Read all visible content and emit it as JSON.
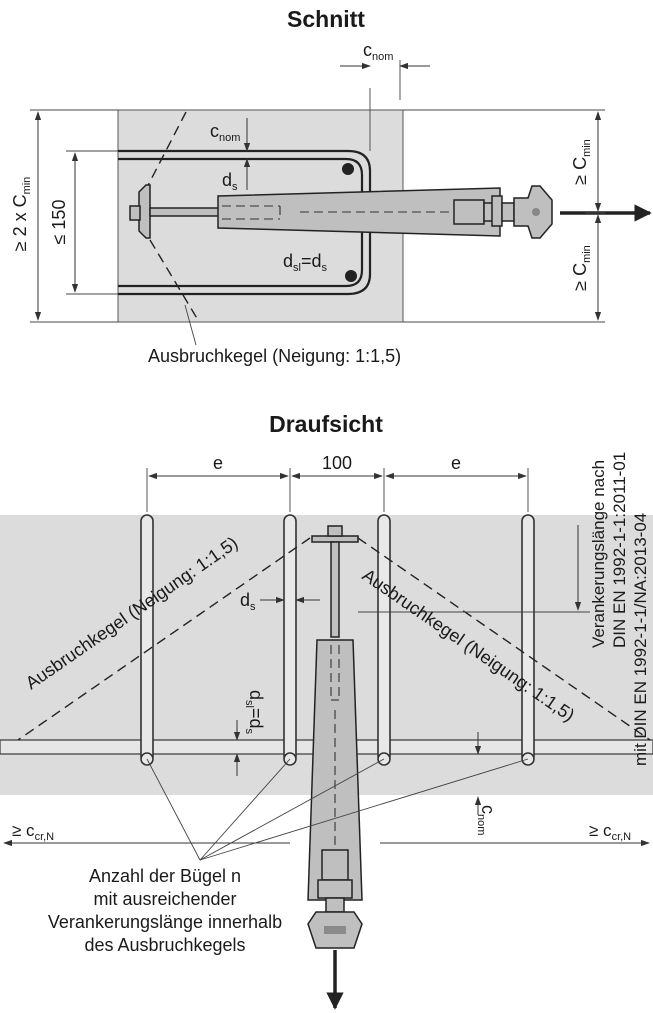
{
  "colors": {
    "concrete": "#dcdcdc",
    "anchor": "#bfbfbf",
    "line": "#222222",
    "background": "#ffffff"
  },
  "section": {
    "title": "Schnitt",
    "c_nom_top": {
      "base": "c",
      "sub": "nom"
    },
    "c_nom_side": {
      "base": "c",
      "sub": "nom"
    },
    "height_label": {
      "base": "≥ 2 x C",
      "sub": "min"
    },
    "spacing_label": "≤ 150",
    "ds_label": {
      "base": "d",
      "sub": "s"
    },
    "dsl_label": {
      "base1": "d",
      "sub1": "sl",
      "mid": "=d",
      "sub2": "s"
    },
    "cmin_upper": {
      "base": "≥ C",
      "sub": "min"
    },
    "cmin_lower": {
      "base": "≥ C",
      "sub": "min"
    },
    "cone_label": "Ausbruchkegel (Neigung: 1:1,5)"
  },
  "plan": {
    "title": "Draufsicht",
    "dim_e_left": "e",
    "dim_100": "100",
    "dim_e_right": "e",
    "cone_left": "Ausbruchkegel (Neigung: 1:1,5)",
    "cone_right": "Ausbruchkegel (Neigung: 1:1,5)",
    "ds_label": {
      "base": "d",
      "sub": "s"
    },
    "dsl_label": {
      "base1": "d",
      "sub1": "sl",
      "mid": "=d",
      "sub2": "s"
    },
    "c_nom": {
      "base": "c",
      "sub": "nom"
    },
    "ccrn_left": {
      "base": "≥ c",
      "sub": "cr,N"
    },
    "ccrn_right": {
      "base": "≥ c",
      "sub": "cr,N"
    },
    "anchorage_note": [
      "Verankerungslänge nach",
      "DIN EN 1992-1-1:2011-01",
      "mit DIN EN 1992-1-1/NA:2013-04"
    ],
    "stirrup_note": [
      "Anzahl der Bügel n",
      "mit ausreichender",
      "Verankerungslänge innerhalb",
      "des Ausbruchkegels"
    ]
  }
}
